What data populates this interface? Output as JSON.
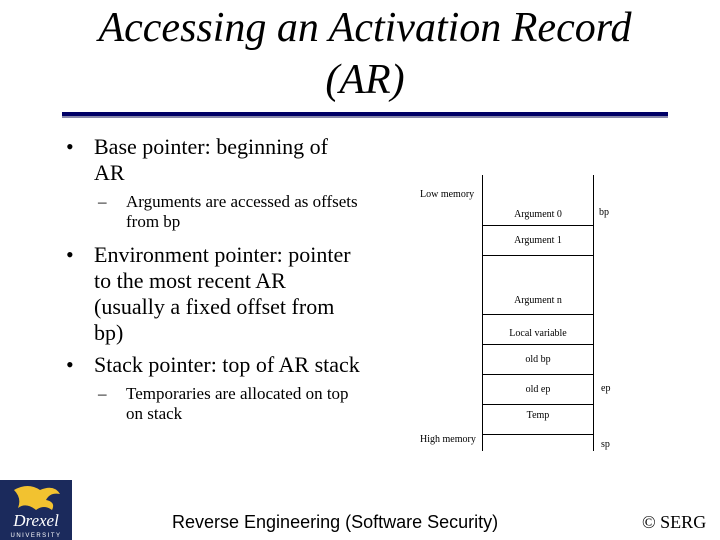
{
  "slide": {
    "title_line1": "Accessing an Activation Record",
    "title_line2": "(AR)"
  },
  "bullets": [
    {
      "level": 1,
      "text": "Base pointer: beginning of AR"
    },
    {
      "level": 2,
      "text": "Arguments are accessed as offsets from bp"
    },
    {
      "level": 1,
      "text": "Environment pointer: pointer to the most recent AR (usually a fixed offset from bp)"
    },
    {
      "level": 1,
      "text": "Stack pointer: top of AR stack"
    },
    {
      "level": 2,
      "text": "Temporaries are allocated on top on stack"
    }
  ],
  "diagram": {
    "low_memory": "Low memory",
    "high_memory": "High memory",
    "cells": [
      "Argument 0",
      "Argument 1",
      "Argument n",
      "Local variable",
      "old bp",
      "old ep",
      "Temp"
    ],
    "pointers": {
      "bp": "bp",
      "ep": "ep",
      "sp": "sp"
    }
  },
  "footer": {
    "title": "Reverse Engineering (Software Security)",
    "copyright": "© SERG"
  },
  "logo": {
    "wordmark": "Drexel",
    "subtext": "UNIVERSITY",
    "colors": {
      "navy": "#1b2a5c",
      "gold": "#f2c230"
    }
  }
}
